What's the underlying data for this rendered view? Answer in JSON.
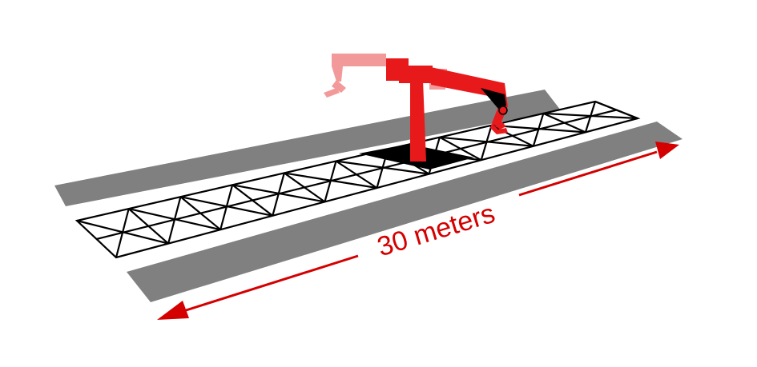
{
  "diagram": {
    "measurement_label": "30 meters",
    "colors": {
      "rail": "#808080",
      "truss_stroke": "#000000",
      "truss_fill": "#ffffff",
      "robot": "#e8191b",
      "robot_ghost": "#f29a9a",
      "base_plate": "#000000",
      "arrow": "#d40000"
    },
    "parts": [
      "back-rail",
      "front-rail",
      "lattice-track",
      "gantry-robot",
      "ghost-robot-arm",
      "dimension-arrow"
    ]
  }
}
